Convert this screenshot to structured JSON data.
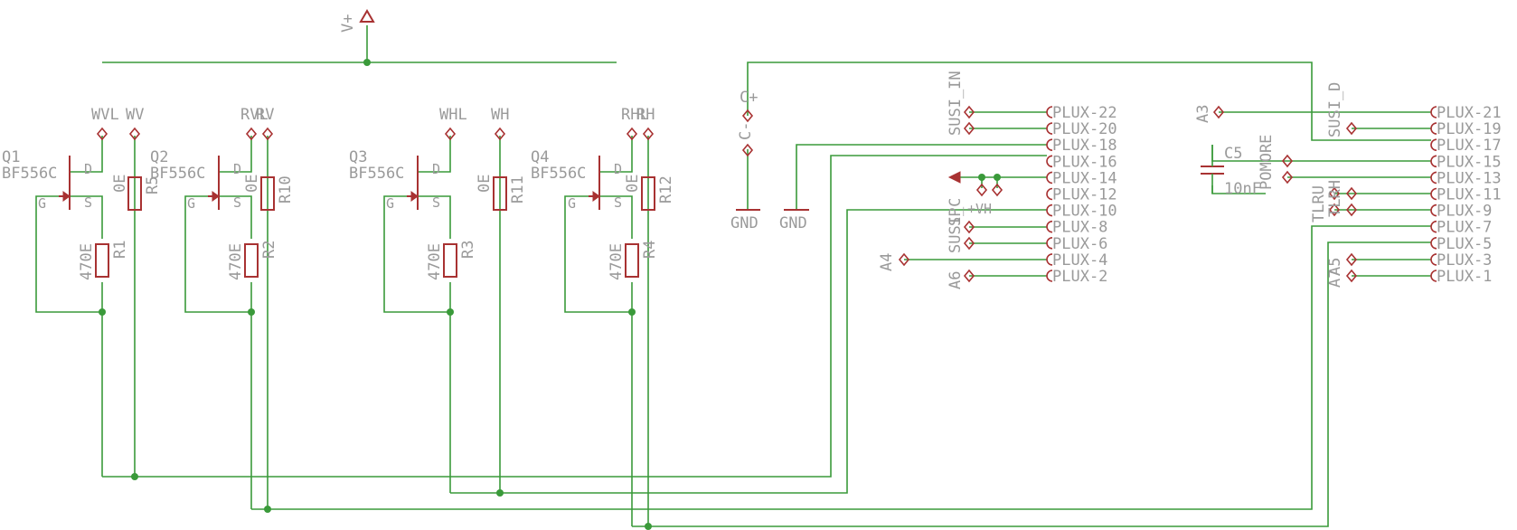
{
  "colors": {
    "wire": "#3a9a3a",
    "symbol": "#a83232",
    "text": "#9a9a9a",
    "background": "#ffffff"
  },
  "supply": {
    "vplus": "V+",
    "cplus": "C+",
    "cminus": "C-",
    "gnd": "GND"
  },
  "transistors": [
    {
      "ref": "Q1",
      "part": "BF556C",
      "gate": "G",
      "drain": "D",
      "source": "S",
      "drain_net": "WVL",
      "out_net": "WV",
      "r_src": "R1",
      "r_src_val": "470E",
      "r_out": "R5",
      "r_out_val": "0E"
    },
    {
      "ref": "Q2",
      "part": "BF556C",
      "gate": "G",
      "drain": "D",
      "source": "S",
      "drain_net": "RVL",
      "out_net": "RV",
      "r_src": "R2",
      "r_src_val": "470E",
      "r_out": "R10",
      "r_out_val": "0E"
    },
    {
      "ref": "Q3",
      "part": "BF556C",
      "gate": "G",
      "drain": "D",
      "source": "S",
      "drain_net": "WHL",
      "out_net": "WH",
      "r_src": "R3",
      "r_src_val": "470E",
      "r_out": "R11",
      "r_out_val": "0E"
    },
    {
      "ref": "Q4",
      "part": "BF556C",
      "gate": "G",
      "drain": "D",
      "source": "S",
      "drain_net": "RHL",
      "out_net": "RH",
      "r_src": "R4",
      "r_src_val": "470E",
      "r_out": "R12",
      "r_out_val": "0E"
    }
  ],
  "plux_even": [
    "PLUX-22",
    "PLUX-20",
    "PLUX-18",
    "PLUX-16",
    "PLUX-14",
    "PLUX-12",
    "PLUX-10",
    "PLUX-8",
    "PLUX-6",
    "PLUX-4",
    "PLUX-2"
  ],
  "plux_odd": [
    "PLUX-21",
    "PLUX-19",
    "PLUX-17",
    "PLUX-15",
    "PLUX-13",
    "PLUX-11",
    "PLUX-9",
    "PLUX-7",
    "PLUX-5",
    "PLUX-3",
    "PLUX-1"
  ],
  "net_labels": {
    "susi_in": "SUSI_IN",
    "susi_d": "SUSI_D",
    "susi_c": "SUSI_C",
    "vh": "+VH",
    "sp": "SP",
    "a3": "A3",
    "a4": "A4",
    "a5": "A5",
    "a6": "A6",
    "a7": "A7",
    "tlru": "TLRU",
    "tlrh": "TLRH",
    "pomore": "POMORE"
  },
  "capacitor": {
    "ref": "C5",
    "value": "10nF"
  }
}
